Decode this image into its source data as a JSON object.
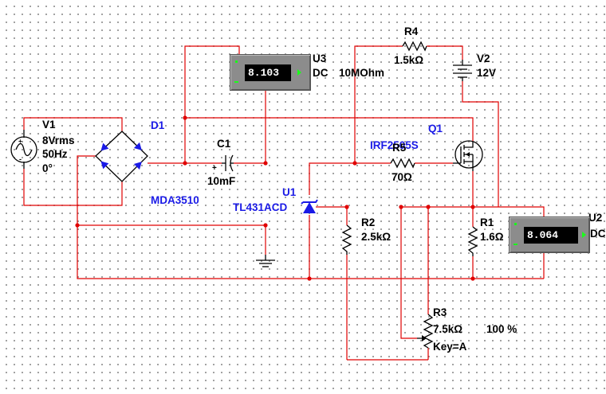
{
  "components": {
    "v1": {
      "ref": "V1",
      "amplitude": "8Vrms",
      "frequency": "50Hz",
      "phase": "0°"
    },
    "d1": {
      "ref": "D1",
      "model": "MDA3510"
    },
    "c1": {
      "ref": "C1",
      "value": "10mF"
    },
    "u3": {
      "ref": "U3",
      "mode": "DC",
      "impedance": "10MOhm",
      "reading": "8.103"
    },
    "r4": {
      "ref": "R4",
      "value": "1.5kΩ"
    },
    "v2": {
      "ref": "V2",
      "value": "12V"
    },
    "q1": {
      "ref": "Q1",
      "model": "IRF2505S"
    },
    "r5": {
      "ref": "R5",
      "value": "70Ω"
    },
    "u1": {
      "ref": "U1",
      "model": "TL431ACD"
    },
    "r2": {
      "ref": "R2",
      "value": "2.5kΩ"
    },
    "r1": {
      "ref": "R1",
      "value": "1.6Ω"
    },
    "u2": {
      "ref": "U2",
      "mode": "DC",
      "reading": "8.064"
    },
    "r3": {
      "ref": "R3",
      "value": "7.5kΩ",
      "setting": "100 %",
      "key": "Key=A"
    }
  },
  "colors": {
    "wire": "#e00000",
    "part_label": "#1a1ae6",
    "meter_body": "#8c8c8c",
    "lcd": "#000000",
    "lcd_text": "#ffffff"
  }
}
